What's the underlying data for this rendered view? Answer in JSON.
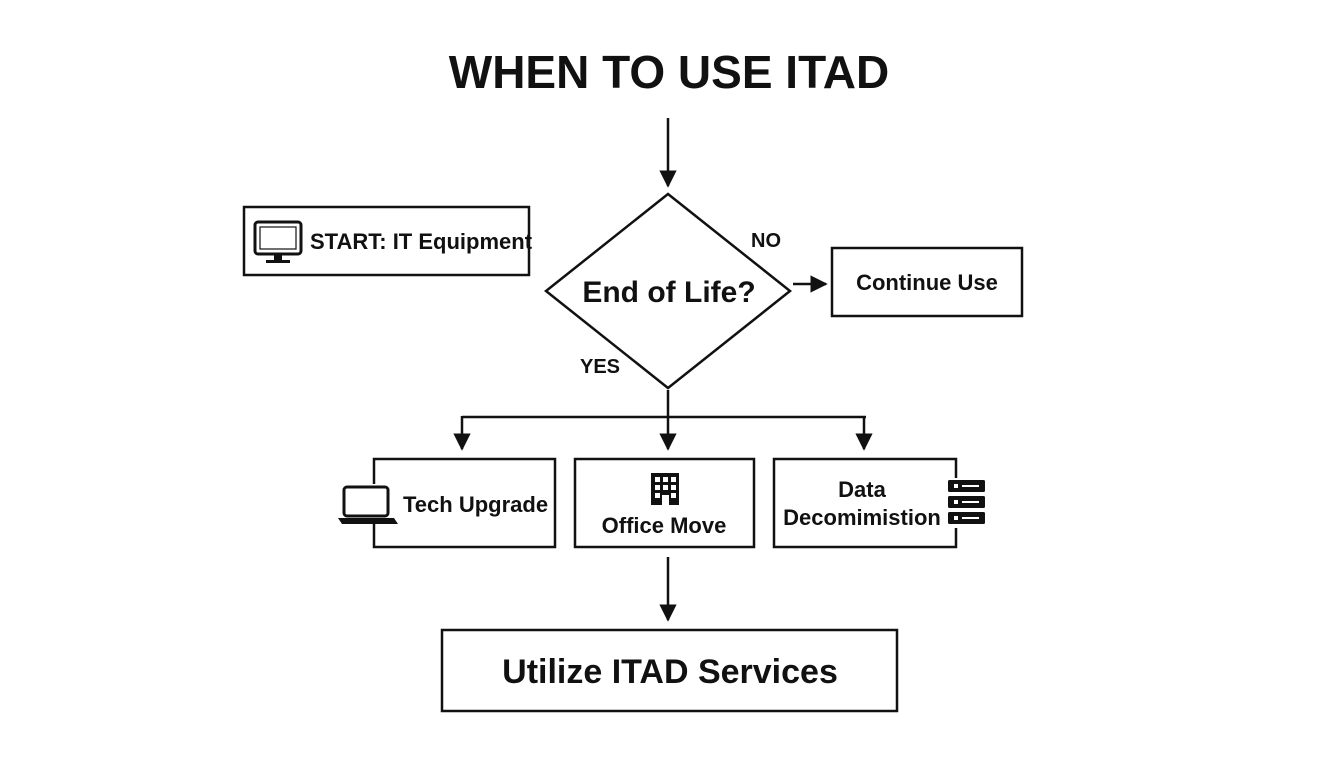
{
  "title": "WHEN TO USE ITAD",
  "nodes": {
    "start": {
      "label": "START: IT Equipment",
      "icon": "monitor-icon"
    },
    "decision": {
      "label": "End of Life?"
    },
    "continue": {
      "label": "Continue Use"
    },
    "tech_upgrade": {
      "label": "Tech Upgrade",
      "icon": "laptop-icon"
    },
    "office_move": {
      "label": "Office Move",
      "icon": "office-building-icon"
    },
    "data_decom": {
      "label_line1": "Data",
      "label_line2": "Decomimistion",
      "icon": "server-rack-icon"
    },
    "itad": {
      "label": "Utilize ITAD Services"
    }
  },
  "edges": {
    "no_label": "NO",
    "yes_label": "YES"
  },
  "colors": {
    "stroke": "#111111",
    "background": "#ffffff"
  }
}
